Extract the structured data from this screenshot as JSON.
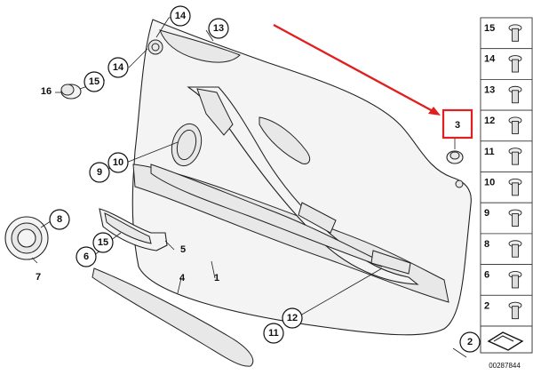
{
  "callouts": [
    {
      "id": "c14a",
      "label": "14"
    },
    {
      "id": "c13",
      "label": "13"
    },
    {
      "id": "c14b",
      "label": "14"
    },
    {
      "id": "c15a",
      "label": "15"
    },
    {
      "id": "c10",
      "label": "10"
    },
    {
      "id": "c9",
      "label": "9"
    },
    {
      "id": "c8",
      "label": "8"
    },
    {
      "id": "c15b",
      "label": "15"
    },
    {
      "id": "c6",
      "label": "6"
    },
    {
      "id": "c12",
      "label": "12"
    },
    {
      "id": "c11",
      "label": "11"
    },
    {
      "id": "c2",
      "label": "2"
    }
  ],
  "plain_labels": {
    "p16": "16",
    "p7": "7",
    "p5": "5",
    "p4": "4",
    "p1": "1"
  },
  "highlight_label": "3",
  "accent_color": "#e02020",
  "side_kit": [
    "15",
    "14",
    "13",
    "12",
    "11",
    "10",
    "9",
    "8",
    "6",
    "2"
  ],
  "diagram_number": "00287844"
}
